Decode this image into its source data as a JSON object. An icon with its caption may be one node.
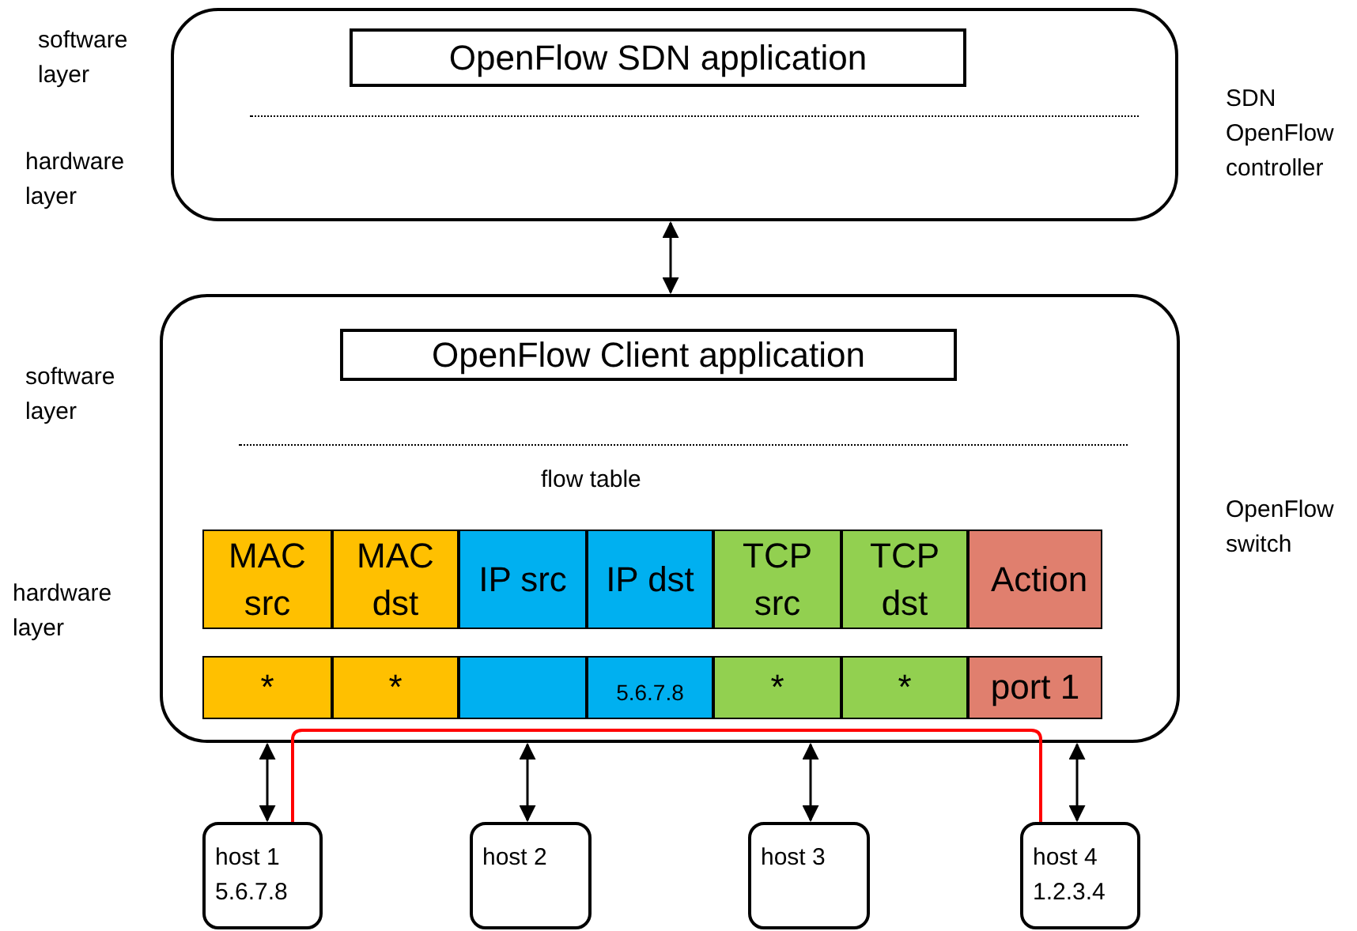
{
  "diagram": {
    "nodes": [
      {
        "text": [],
        "shape": "box",
        "beside": [
          "SDN OpenFlow controller"
        ]
      },
      {
        "text": [
          "OpenFlow SDN application"
        ],
        "in": 0
      },
      {
        "text": [
          "flow table"
        ],
        "beside": [
          "OpenFlow switch"
        ]
      },
      {
        "text": [
          "OpenFlow Client application"
        ],
        "in": 2
      },
      {
        "text": [
          "MAC src"
        ],
        "in": 2
      },
      {
        "text": [
          "MAC dst"
        ],
        "in": 2
      },
      {
        "text": [
          "IP src"
        ],
        "in": 2
      },
      {
        "text": [
          "IP dst"
        ],
        "in": 2
      },
      {
        "text": [
          "TCP src"
        ],
        "in": 2
      },
      {
        "text": [
          "TCP dst"
        ],
        "in": 2
      },
      {
        "text": [
          "Action"
        ],
        "in": 2
      },
      {
        "text": [
          "*"
        ],
        "in": 2
      },
      {
        "text": [
          "*"
        ],
        "in": 2
      },
      {
        "text": [],
        "shape": "box",
        "in": 2
      },
      {
        "text": [
          "5.6.7.8"
        ],
        "in": 2
      },
      {
        "text": [
          "*"
        ],
        "in": 2
      },
      {
        "text": [
          "*"
        ],
        "in": 2
      },
      {
        "text": [
          "port 1"
        ],
        "in": 2
      },
      {
        "text": [
          "host 1",
          "5.6.7.8"
        ]
      },
      {
        "text": [
          "host 2"
        ]
      },
      {
        "text": [
          "host 3"
        ]
      },
      {
        "text": [
          "host 4",
          "1.2.3.4"
        ]
      }
    ],
    "edges": [
      {
        "from": 0,
        "to": 2,
        "arrow": "both"
      },
      {
        "from": 2,
        "to": 18,
        "arrow": "both"
      },
      {
        "from": 2,
        "to": 19,
        "arrow": "both"
      },
      {
        "from": 2,
        "to": 20,
        "arrow": "both"
      },
      {
        "from": 2,
        "to": 21,
        "arrow": "both"
      },
      {
        "from": 18,
        "to": 21,
        "arrow": "none",
        "color": "#ff0000"
      }
    ],
    "labels": [
      "software layer",
      "hardware layer",
      "software layer",
      "hardware layer"
    ]
  }
}
